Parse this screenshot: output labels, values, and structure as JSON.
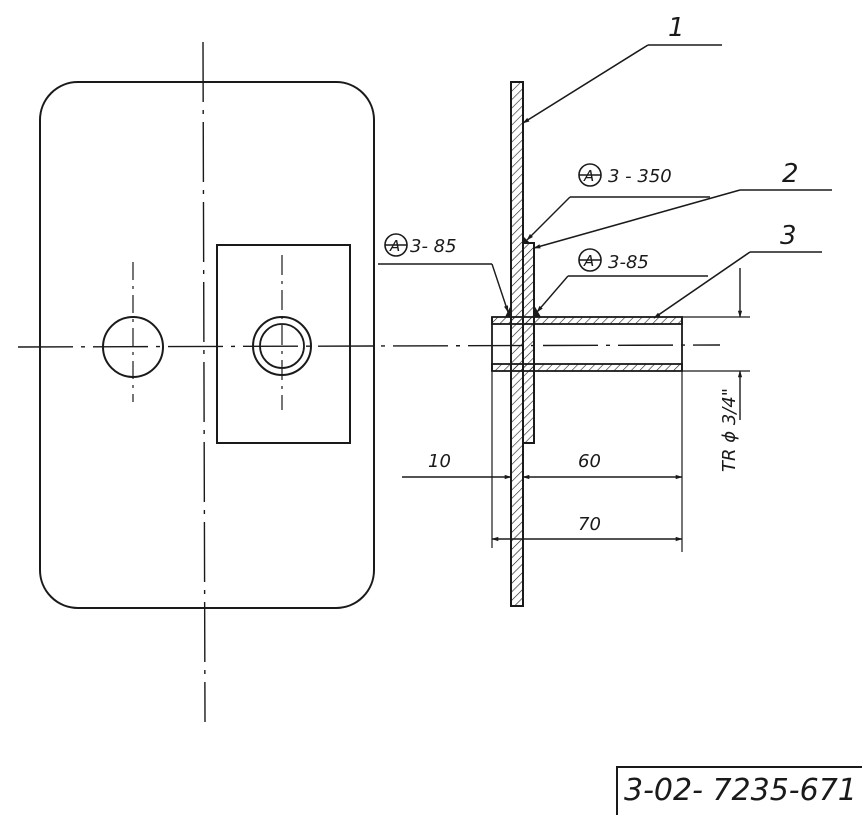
{
  "parts": {
    "part1": "1",
    "part2": "2",
    "part3": "3"
  },
  "welds": {
    "weld_top": "3 - 350",
    "weld_right": "3-85",
    "weld_left": "3- 85"
  },
  "dimensions": {
    "dim_10": "10",
    "dim_60": "60",
    "dim_70": "70",
    "thread": "TR ϕ 3/4\""
  },
  "document_number": "3-02- 7235-671"
}
